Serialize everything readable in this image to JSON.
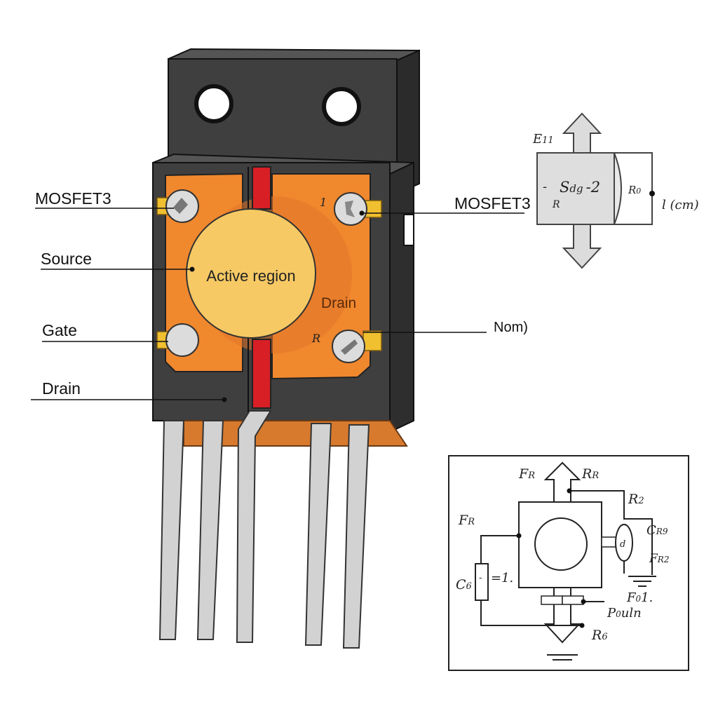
{
  "labels": {
    "mosfet_left": "MOSFET3",
    "source": "Source",
    "gate": "Gate",
    "drain_left": "Drain",
    "active_region": "Active region",
    "drain_inner": "Drain",
    "mosfet_right": "MOSFET3",
    "nom": "Nom)",
    "screw_tr_mark": "1",
    "screw_br_mark": "R"
  },
  "top_schematic": {
    "e_label": "E",
    "e_sub": "11",
    "center_label": "S",
    "center_sub": "dg",
    "center_tail": "-2",
    "left_mark": "-",
    "r_label": "R",
    "right_box_label": "R",
    "right_box_sub": "0",
    "unit_label": "l (cm)"
  },
  "circuit": {
    "fr_top": "F",
    "fr_top_sub": "R",
    "rr": "R",
    "rr_sub": "R",
    "r2": "R",
    "r2_sub": "2",
    "fr_left": "F",
    "fr_left_sub": "R",
    "cr": "C",
    "cr_sub": "R9",
    "fr2": "F",
    "fr2_sub": "R2",
    "c6": "C",
    "c6_sub": "6",
    "eq": "=1.",
    "res_mark": "-",
    "f01": "F",
    "f01_sub": "0",
    "f01_tail": "1.",
    "p0": "P",
    "p0_sub": "0",
    "p0_tail": "uln",
    "r6": "R",
    "r6_sub": "6",
    "coil_mark": "d"
  },
  "colors": {
    "package_dark": "#3d3d3d",
    "die_orange": "#f0882e",
    "active_yellow": "#f6c964",
    "red_strip": "#d81f26",
    "lead_grey": "#d2d2d2",
    "pin_gold": "#f0c030"
  }
}
